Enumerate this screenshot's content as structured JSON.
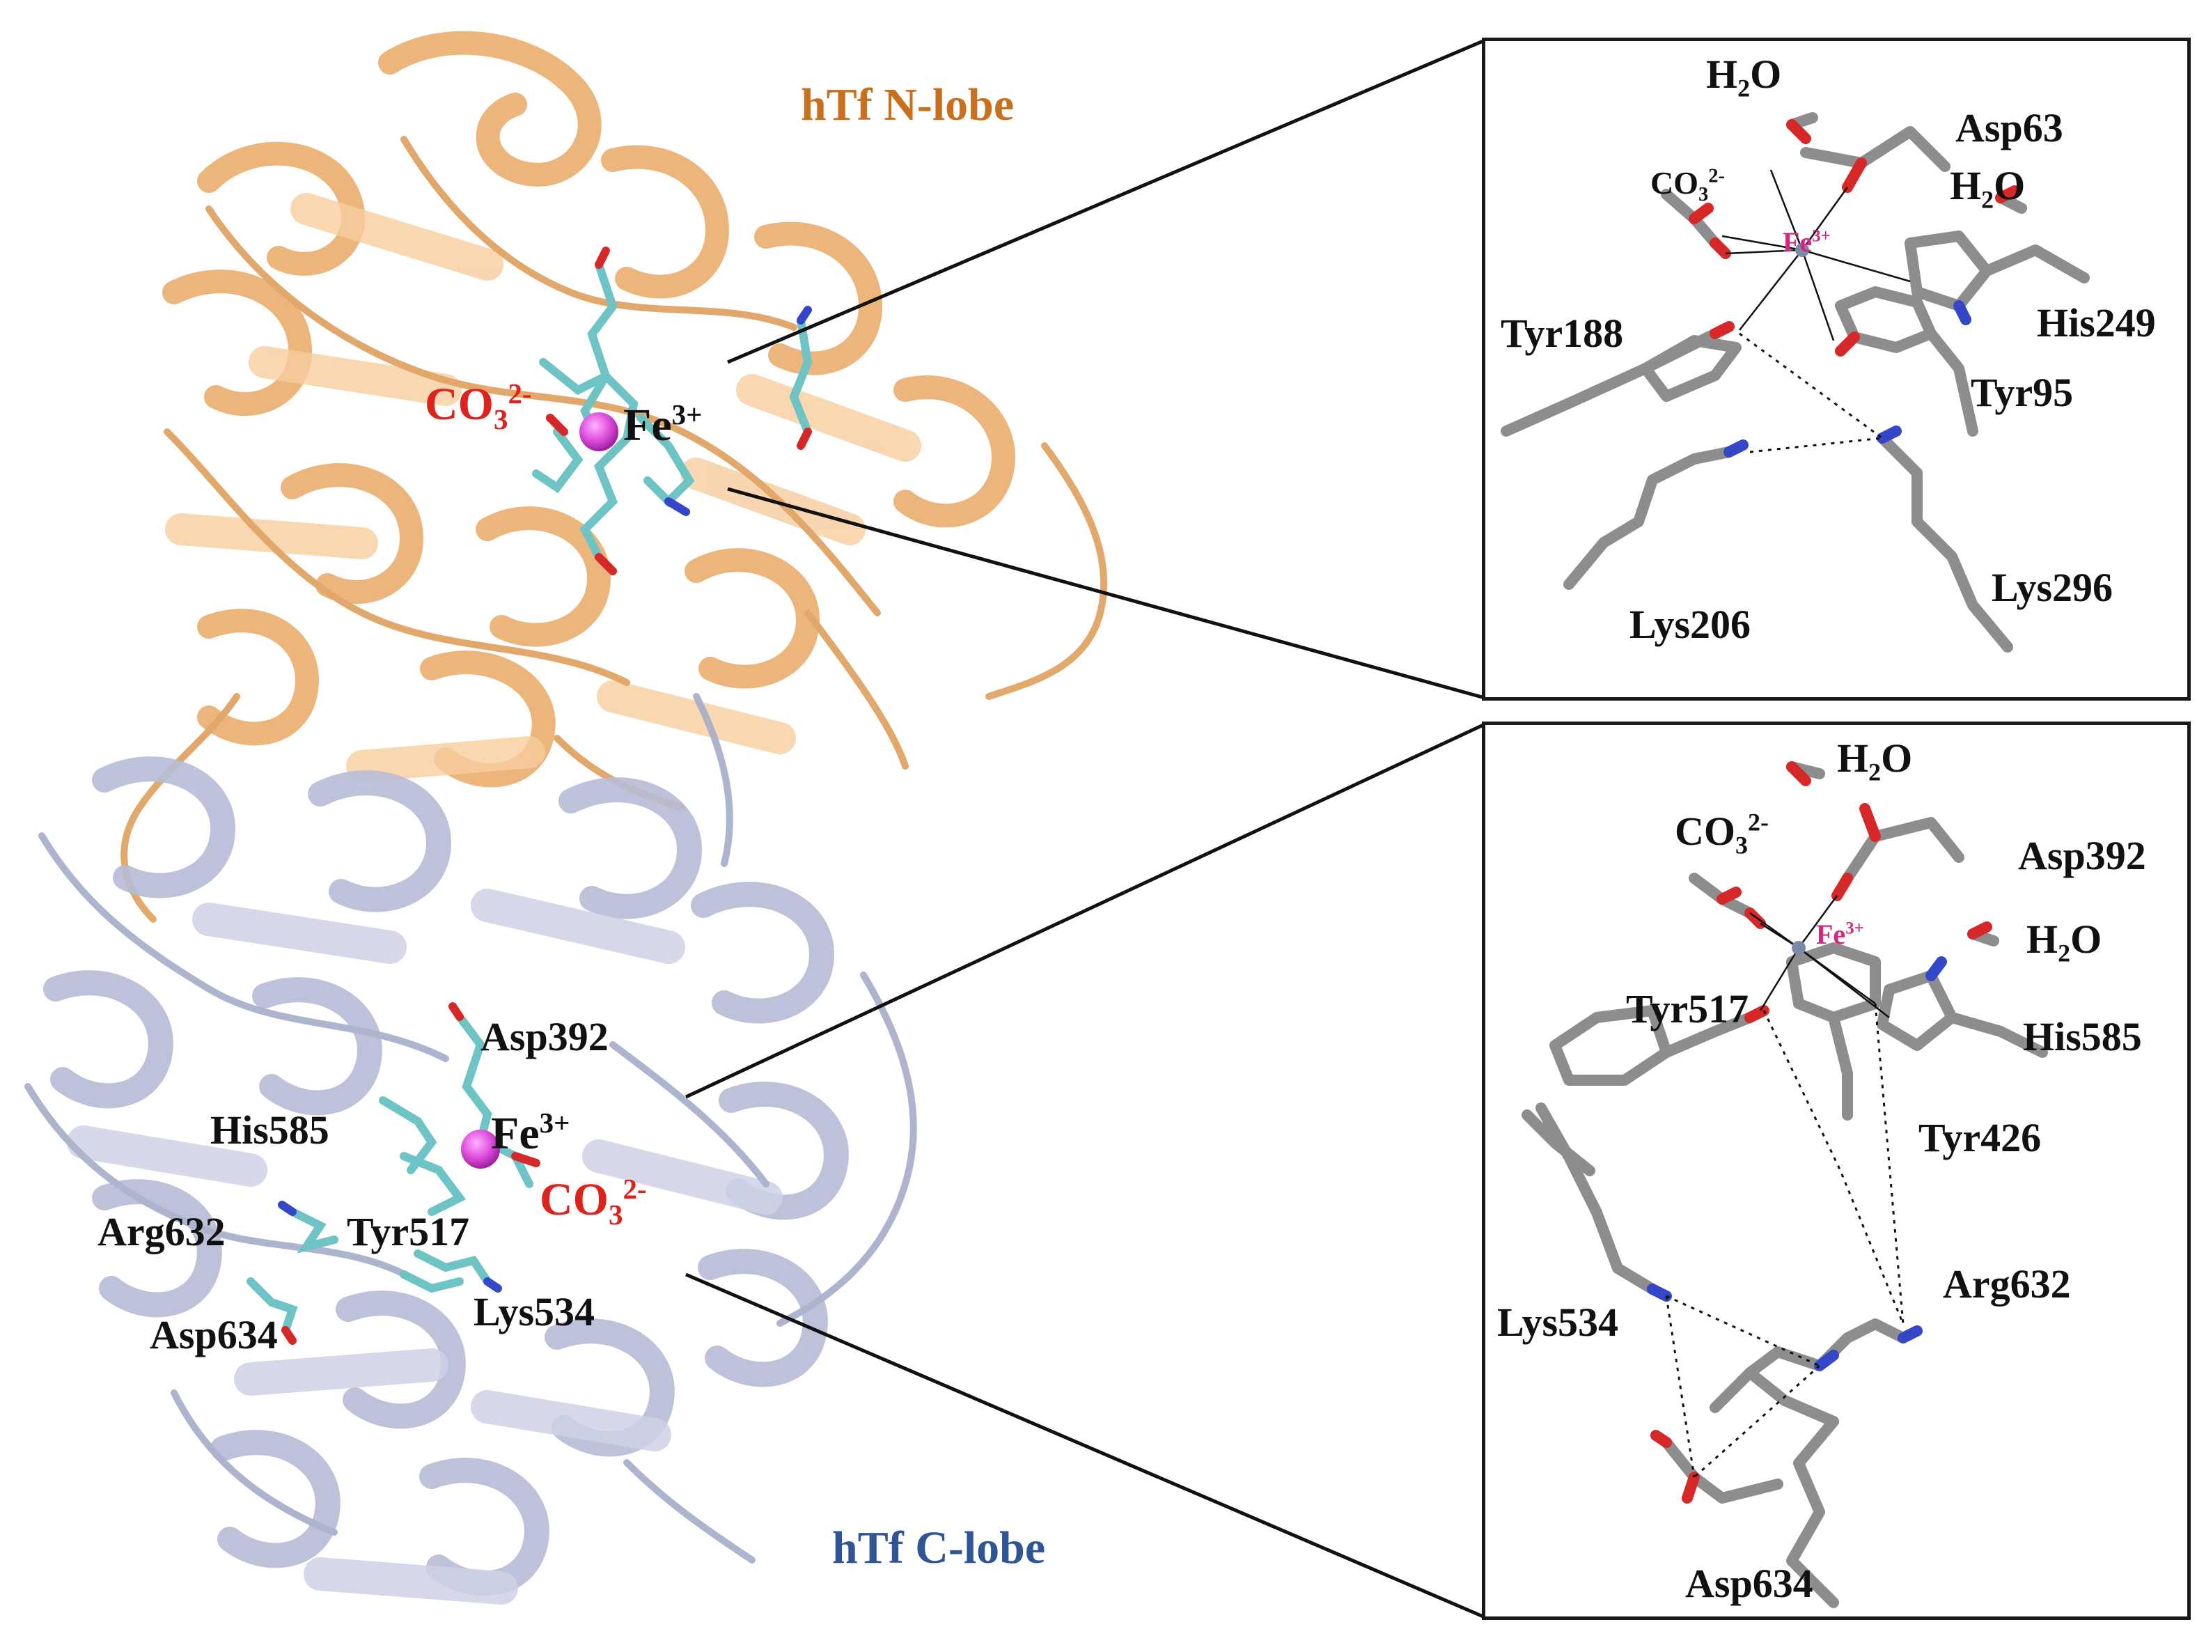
{
  "colors": {
    "n_lobe": "#f2b877",
    "n_lobe_dark": "#d98e3f",
    "n_lobe_title": "#c8701e",
    "c_lobe": "#c3c8dd",
    "c_lobe_dark": "#9ea6c4",
    "c_lobe_title": "#2f5596",
    "carbonate": "#e0221c",
    "fe_ball": "#e052e0",
    "fe_mini": "#d4287e",
    "stick_carbon": "#6ec4c4",
    "stick_oxygen": "#d62828",
    "stick_nitrogen": "#3347c8",
    "zoom_stick": "#8d8d8d",
    "text": "#111111"
  },
  "protein": {
    "n_lobe_title": "hTf N-lobe",
    "c_lobe_title": "hTf C-lobe",
    "n_site": {
      "carbonate": {
        "base": "CO",
        "sub": "3",
        "sup": "2-"
      },
      "fe": {
        "base": "Fe",
        "sup": "3+"
      }
    },
    "c_site": {
      "fe": {
        "base": "Fe",
        "sup": "3+"
      },
      "carbonate": {
        "base": "CO",
        "sub": "3",
        "sup": "2-"
      },
      "residues": {
        "asp392": "Asp392",
        "his585": "His585",
        "arg632": "Arg632",
        "tyr517": "Tyr517",
        "asp634": "Asp634",
        "lys534": "Lys534"
      }
    }
  },
  "n_zoom": {
    "water_top": {
      "base": "H",
      "sub": "2",
      "tail": "O"
    },
    "carbonate": {
      "base": "CO",
      "sub": "3",
      "sup": "2-"
    },
    "asp63": "Asp63",
    "water_right": {
      "base": "H",
      "sub": "2",
      "tail": "O"
    },
    "fe": {
      "base": "Fe",
      "sup": "3+"
    },
    "tyr188": "Tyr188",
    "his249": "His249",
    "tyr95": "Tyr95",
    "lys206": "Lys206",
    "lys296": "Lys296"
  },
  "c_zoom": {
    "water_top": {
      "base": "H",
      "sub": "2",
      "tail": "O"
    },
    "carbonate": {
      "base": "CO",
      "sub": "3",
      "sup": "2-"
    },
    "asp392": "Asp392",
    "water_right": {
      "base": "H",
      "sub": "2",
      "tail": "O"
    },
    "fe": {
      "base": "Fe",
      "sup": "3+"
    },
    "tyr517": "Tyr517",
    "his585": "His585",
    "tyr426": "Tyr426",
    "arg632": "Arg632",
    "lys534": "Lys534",
    "asp634": "Asp634"
  }
}
